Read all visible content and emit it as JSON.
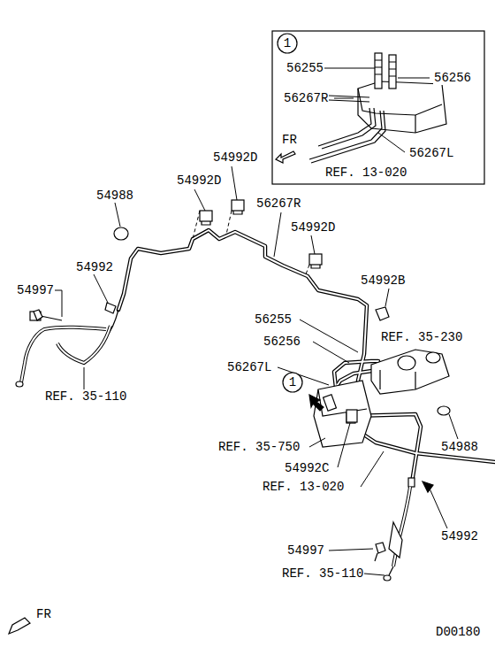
{
  "diagram": {
    "nodes": [
      {
        "text": [
          "1"
        ]
      },
      {
        "text": [
          "1"
        ]
      }
    ],
    "labels": [
      "56255",
      "56256",
      "56267R",
      "56267L",
      "FR",
      "REF. 13-020",
      "54992D",
      "54992D",
      "54988",
      "56267R",
      "54992D",
      "54992",
      "54997",
      "54992B",
      "56255",
      "REF. 35-230",
      "56256",
      "56267L",
      "REF. 35-110",
      "REF. 35-750",
      "54988",
      "54992C",
      "REF. 13-020",
      "54992",
      "54997",
      "REF. 35-110",
      "FR",
      "D00180"
    ]
  }
}
